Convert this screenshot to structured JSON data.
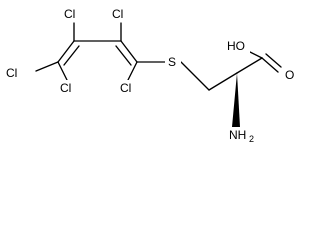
{
  "molecule": {
    "atoms": {
      "cl_top_left": "Cl",
      "cl_top_right": "Cl",
      "cl_left": "Cl",
      "cl_bottom_left": "Cl",
      "cl_bottom_right": "Cl",
      "sulfur": "S",
      "hydroxyl": "HO",
      "carbonyl_oxygen": "O",
      "amine_main": "NH",
      "amine_sub": "2"
    }
  }
}
